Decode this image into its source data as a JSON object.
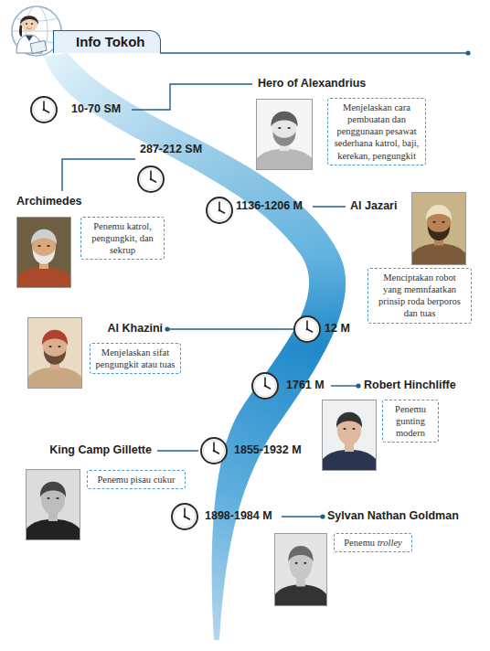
{
  "diagram": {
    "title": "Info Tokoh",
    "nodes": [
      {
        "text": [
          "Menjelaskan cara pembuatan dan penggunaan pesawat sederhana katrol, baji, kerekan, pengungkit"
        ]
      },
      {
        "text": [
          "Penemu katrol, pengungkit, dan sekrup"
        ]
      },
      {
        "text": [
          "Menciptakan robot yang memnfaatkan prinsip roda berporos dan tuas"
        ]
      },
      {
        "text": [
          "Menjelaskan sifat pengungkit atau tuas"
        ]
      },
      {
        "text": [
          "Penemu gunting modern"
        ]
      },
      {
        "text": [
          "Penemu pisau cukur"
        ]
      },
      {
        "text": [
          "Penemu trolley"
        ]
      }
    ],
    "labels": [
      "10-70 SM",
      "Hero of Alexandrius",
      "287-212 SM",
      "Archimedes",
      "1136-1206 M",
      "Al Jazari",
      "Al Khazini",
      "12 M",
      "1761 M",
      "Robert Hinchliffe",
      "King Camp Gillette",
      "1855-1932 M",
      "1898-1984 M",
      "Sylvan Nathan Goldman"
    ]
  }
}
